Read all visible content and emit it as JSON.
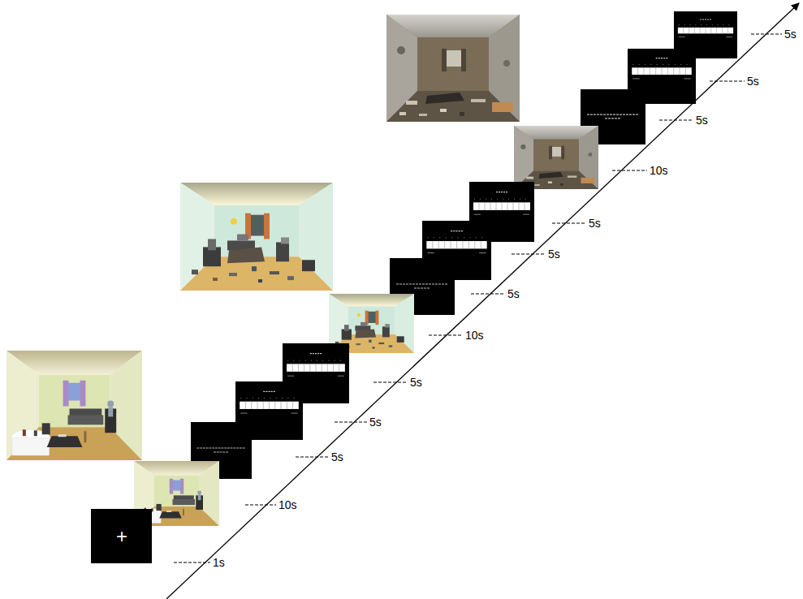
{
  "diagram": {
    "labels": [
      "+",
      "1s",
      "10s",
      "5s",
      "5s",
      "5s",
      "10s",
      "5s",
      "5s",
      "5s",
      "10s",
      "5s",
      "5s",
      "5s"
    ]
  }
}
